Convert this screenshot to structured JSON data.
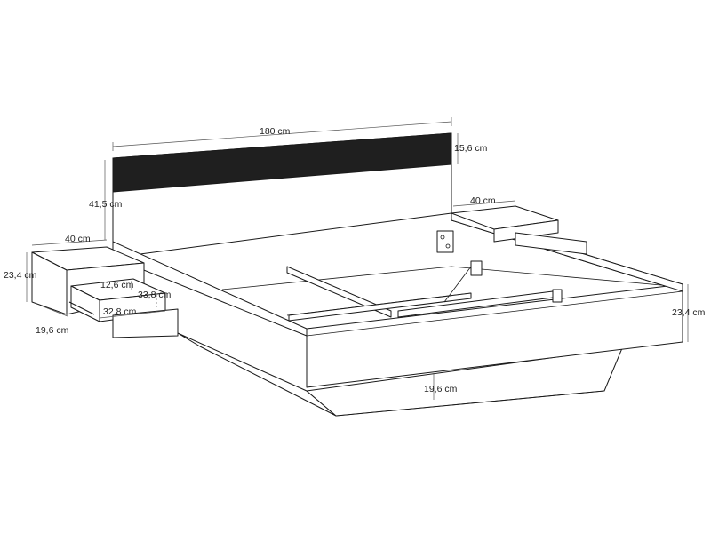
{
  "dimensions": {
    "bed_width": "180 cm",
    "headboard_band_height": "15,6 cm",
    "headboard_height": "41,5 cm",
    "left_nightstand_width": "40 cm",
    "right_nightstand_width": "40 cm",
    "left_nightstand_height": "23,4 cm",
    "drawer_height": "12,6 cm",
    "drawer_depth": "33,8 cm",
    "drawer_width": "32,8 cm",
    "left_nightstand_depth": "19,6 cm",
    "frame_height": "23,4 cm",
    "base_height": "19,6 cm"
  }
}
